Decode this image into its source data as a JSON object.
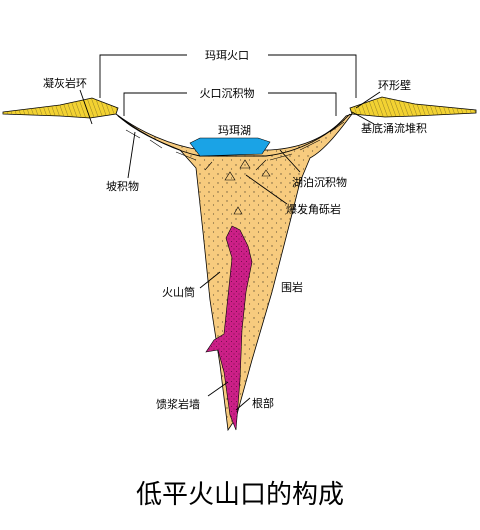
{
  "title": "低平火山口的构成",
  "labels": {
    "maar_crater": "玛珥火口",
    "crater_sediment": "火口沉积物",
    "tuff_ring": "凝灰岩环",
    "ring_wall": "环形壁",
    "maar_lake": "玛珥湖",
    "base_surge": "基底涌流堆积",
    "talus": "坡积物",
    "lake_sediment": "湖泊沉积物",
    "breccia": "爆发角砾岩",
    "diatreme": "火山筒",
    "country_rock": "围岩",
    "dike": "馈浆岩墙",
    "root": "根部"
  },
  "colors": {
    "fill": "#F7CB7E",
    "tuff": "#F2D232",
    "lake": "#1AA3E6",
    "dike": "#CC1F87"
  }
}
